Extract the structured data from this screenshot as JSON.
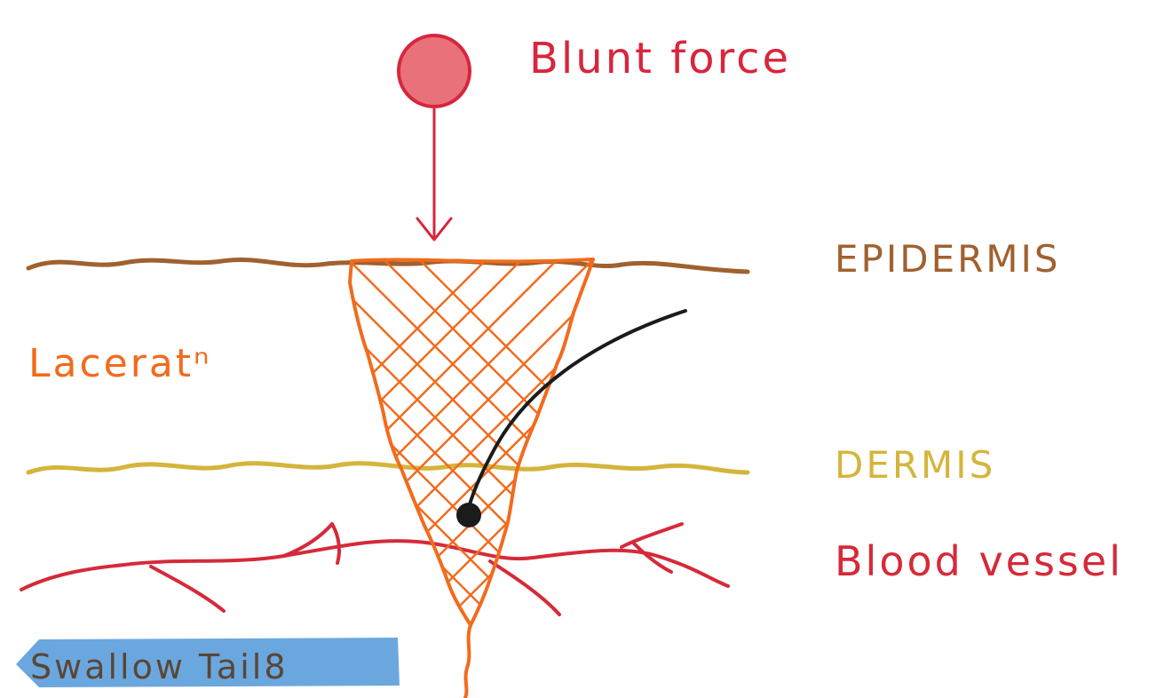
{
  "labels": {
    "blunt_force": "Blunt force",
    "epidermis": "EPIDERMIS",
    "laceration": "Laceratⁿ",
    "dermis": "DERMIS",
    "blood_vessel": "Blood vessel",
    "swallow_tail": "Swallow Tail8"
  },
  "colors": {
    "force": "#d7263d",
    "force_fill": "#e8717a",
    "epidermis": "#a0612f",
    "laceration": "#f26b1d",
    "dermis": "#d4b53c",
    "blood_vessel": "#d52a3a",
    "pointer": "#1b1b1b",
    "swallow_tail_bg": "#6aa7df",
    "swallow_tail_text": "#5a4636"
  }
}
